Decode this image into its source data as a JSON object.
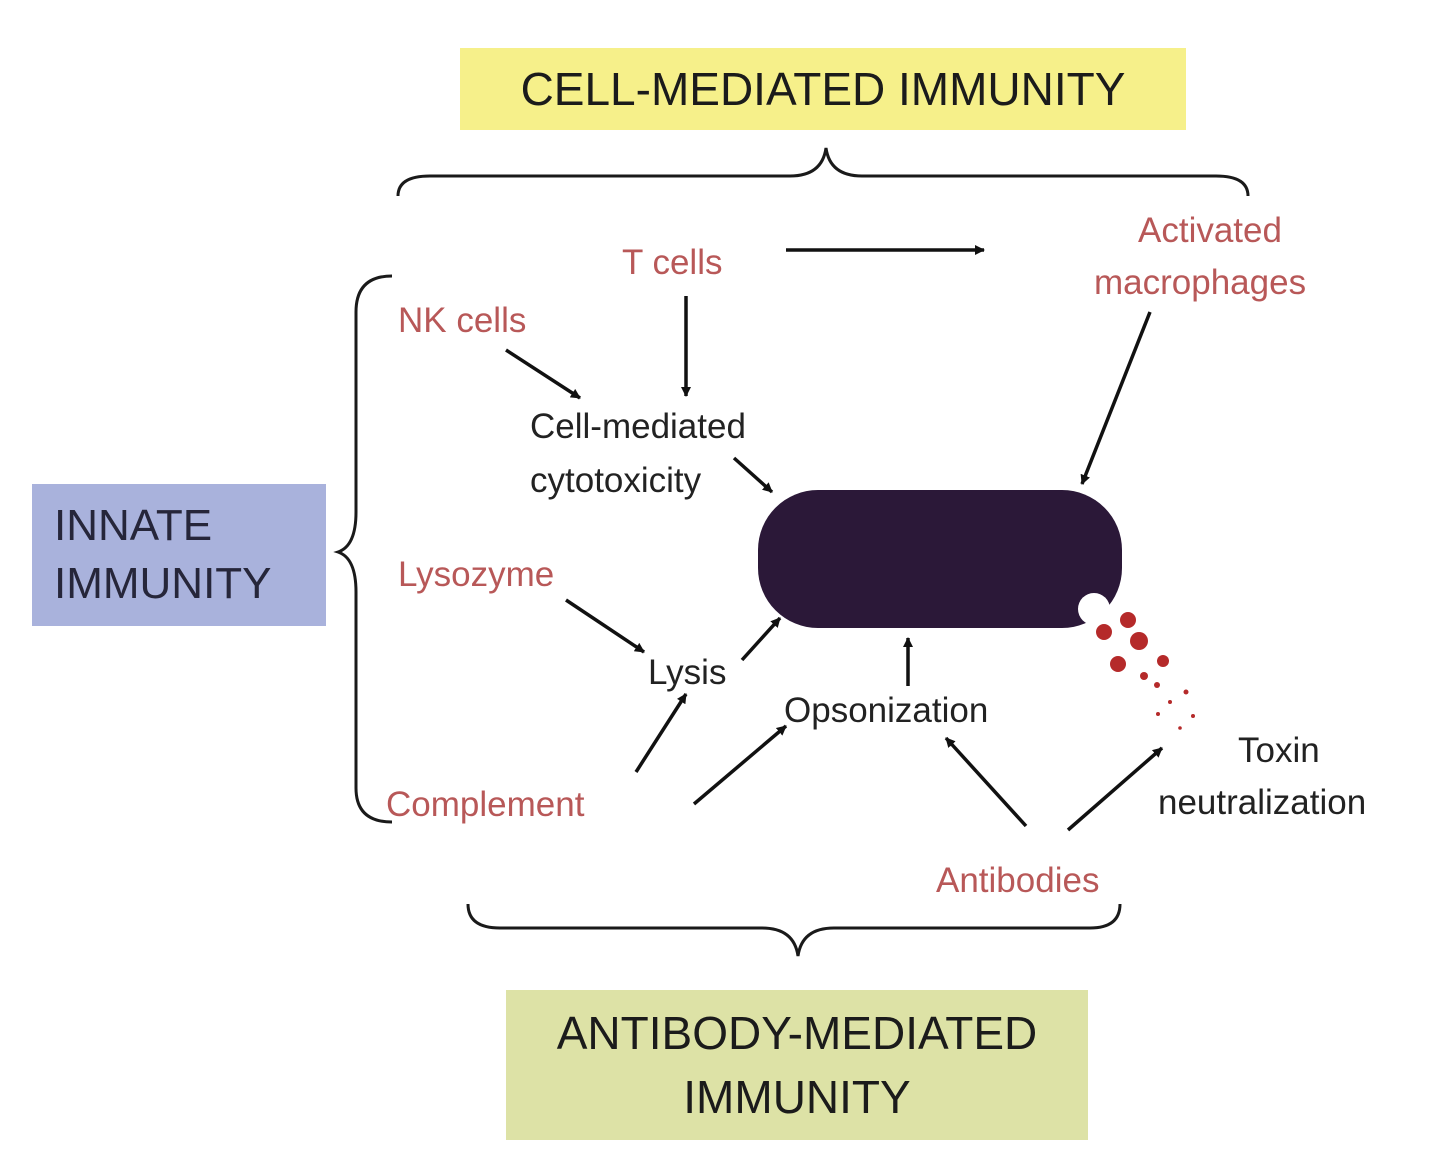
{
  "colors": {
    "cell_mediated_box": "#f6f08a",
    "innate_box": "#a9b2dc",
    "antibody_mediated_box": "#dde2a6",
    "effector_text": "#b85858",
    "process_text": "#222222",
    "pathogen": "#2b1838",
    "toxin_particles": "#b52a2a"
  },
  "headers": {
    "cell_mediated": "CELL-MEDIATED IMMUNITY",
    "innate_line1": "INNATE",
    "innate_line2": "IMMUNITY",
    "antibody_mediated_line1": "ANTIBODY-MEDIATED",
    "antibody_mediated_line2": "IMMUNITY"
  },
  "effectors": {
    "t_cells": "T cells",
    "activated_macrophages_line1": "Activated",
    "activated_macrophages_line2": "macrophages",
    "nk_cells": "NK cells",
    "lysozyme": "Lysozyme",
    "complement": "Complement",
    "antibodies": "Antibodies"
  },
  "processes": {
    "cytotoxicity_line1": "Cell-mediated",
    "cytotoxicity_line2": "cytotoxicity",
    "lysis": "Lysis",
    "opsonization": "Opsonization",
    "toxin_line1": "Toxin",
    "toxin_line2": "neutralization"
  },
  "edges": [
    {
      "from": "T cells",
      "to": "Activated macrophages"
    },
    {
      "from": "T cells",
      "to": "Cell-mediated cytotoxicity"
    },
    {
      "from": "NK cells",
      "to": "Cell-mediated cytotoxicity"
    },
    {
      "from": "Cell-mediated cytotoxicity",
      "to": "pathogen"
    },
    {
      "from": "Activated macrophages",
      "to": "pathogen"
    },
    {
      "from": "Lysozyme",
      "to": "Lysis"
    },
    {
      "from": "Complement",
      "to": "Lysis"
    },
    {
      "from": "Lysis",
      "to": "pathogen"
    },
    {
      "from": "Complement",
      "to": "Opsonization"
    },
    {
      "from": "Opsonization",
      "to": "pathogen"
    },
    {
      "from": "Antibodies",
      "to": "Opsonization"
    },
    {
      "from": "Antibodies",
      "to": "Toxin neutralization"
    }
  ],
  "icons": {
    "pathogen": "bacterium-icon",
    "toxins": "toxin-particles-icon"
  }
}
